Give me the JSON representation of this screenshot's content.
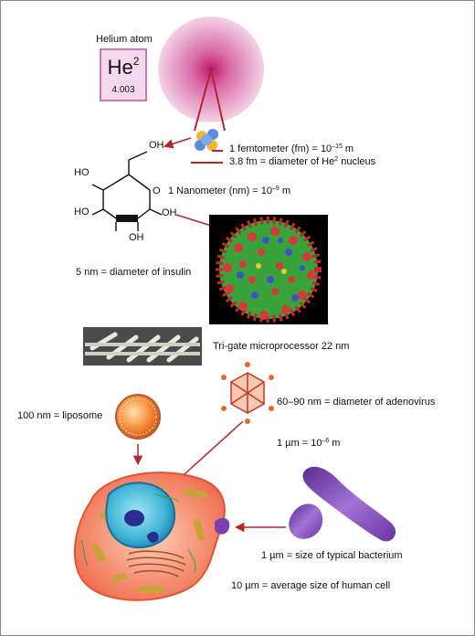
{
  "helium": {
    "title": "Helium atom",
    "symbol": "He",
    "symbol_sup": "2",
    "mass": "4.003"
  },
  "scales": {
    "femtometer": {
      "text": "1 femtometer (fm) = 10",
      "exp": "–15",
      "unit": " m"
    },
    "nucleus": {
      "pre": "3.8 fm = diameter of He",
      "sup": "2",
      "post": " nucleus"
    },
    "nanometer": {
      "text": "1 Nanometer (nm) = 10",
      "exp": "–9",
      "unit": " m"
    },
    "insulin": "5 nm = diameter of insulin",
    "trigate": "Tri-gate microprocessor 22 nm",
    "adenovirus": "60–90 nm = diameter of adenovirus",
    "liposome": "100 nm = liposome",
    "micrometer": {
      "text": "1 µm = 10",
      "exp": "–6",
      "unit": " m"
    },
    "bacterium": "1 µm = size of typical bacterium",
    "human_cell": "10 µm = average size of human cell"
  },
  "glucose": {
    "labels": [
      "OH",
      "HO",
      "HO",
      "OH",
      "OH",
      "O"
    ]
  },
  "colors": {
    "arrow": "#b3262e",
    "atom_glow": "#d23a8e",
    "cell_body": "#f26a47",
    "nucleus": "#1f8fc2",
    "bacterium": "#7b3fb0"
  }
}
